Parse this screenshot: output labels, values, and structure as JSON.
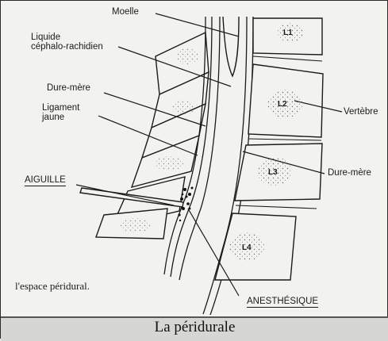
{
  "figure": {
    "labels": {
      "moelle": "Moelle",
      "lcr": "Liquide\ncéphalo-rachidien",
      "dure_mere_left": "Dure-mère",
      "ligament": "Ligament\njaune",
      "aiguille": "AIGUILLE",
      "vertebre": "Vertèbre",
      "dure_mere_right": "Dure-mère",
      "anesthesique": "ANESTHÉSIQUE",
      "espace": "l'espace péridural."
    },
    "vertebra_labels": [
      "L1",
      "L2",
      "L3",
      "L4"
    ]
  },
  "caption": "La péridurale"
}
